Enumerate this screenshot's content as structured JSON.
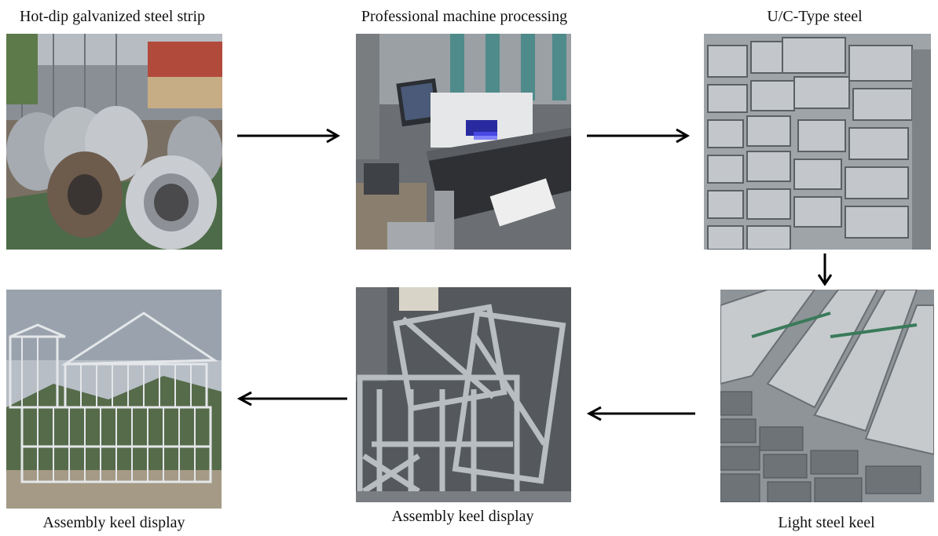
{
  "steps": [
    {
      "id": "step-1",
      "caption": "Hot-dip galvanized steel strip"
    },
    {
      "id": "step-2",
      "caption": "Professional machine processing"
    },
    {
      "id": "step-3",
      "caption": "U/C-Type steel"
    },
    {
      "id": "step-4",
      "caption": "Light steel keel"
    },
    {
      "id": "step-5",
      "caption": "Assembly keel display"
    },
    {
      "id": "step-6",
      "caption": "Assembly keel display"
    }
  ],
  "flow": [
    "step-1",
    "step-2",
    "step-3",
    "step-4",
    "step-5",
    "step-6"
  ],
  "colors": {
    "arrow": "#000000",
    "text": "#111111",
    "background": "#ffffff"
  }
}
